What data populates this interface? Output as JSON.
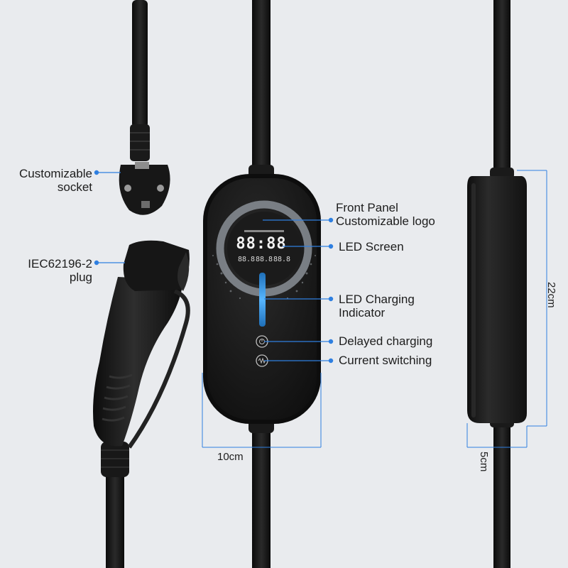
{
  "labels": {
    "customizable_socket": [
      "Customizable",
      "socket"
    ],
    "plug": [
      "IEC62196-2",
      "plug"
    ],
    "front_panel": [
      "Front Panel",
      "Customizable logo"
    ],
    "led_screen": "LED Screen",
    "led_indicator": [
      "LED Charging",
      "Indicator"
    ],
    "delayed_charging": "Delayed charging",
    "current_switching": "Current switching"
  },
  "display": {
    "main_digits": "88:88",
    "sub_digits": [
      "88.8",
      "88.8",
      "88.8"
    ]
  },
  "dimensions": {
    "width": "10cm",
    "height": "22cm",
    "depth": "5cm"
  },
  "colors": {
    "background": "#e9ebee",
    "accent_line": "#2f7fe0",
    "device_body": "#151515",
    "indicator": "#3aa0e8"
  }
}
